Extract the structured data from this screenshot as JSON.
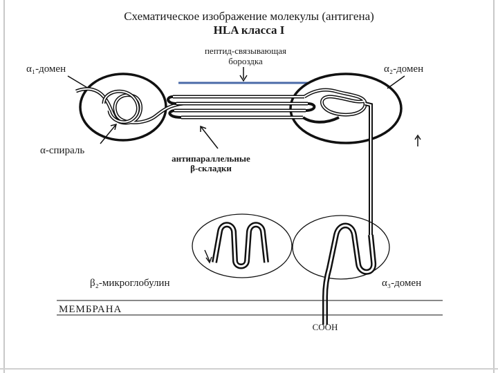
{
  "title": {
    "line1": "Схематическое изображение молекулы (антигена)",
    "line2": "HLA  класса I"
  },
  "labels": {
    "groove_line1": "пептид-связывающая",
    "groove_line2": "бороздка",
    "alpha1_domain": "α₁-домен",
    "alpha2_domain": "α₂-домен",
    "alpha_helix": "α-спираль",
    "beta_sheets_line1": "антипараллельные",
    "beta_sheets_line2": "β-складки",
    "beta2_microglobulin": "β₂-микроглобулин",
    "alpha3_domain": "α₃-домен",
    "membrane": "МЕМБРАНА",
    "c_terminus": "COOH"
  },
  "colors": {
    "stroke": "#111111",
    "groove_bar": "#4a6aa8",
    "frame_edge": "#9a9a9a"
  }
}
